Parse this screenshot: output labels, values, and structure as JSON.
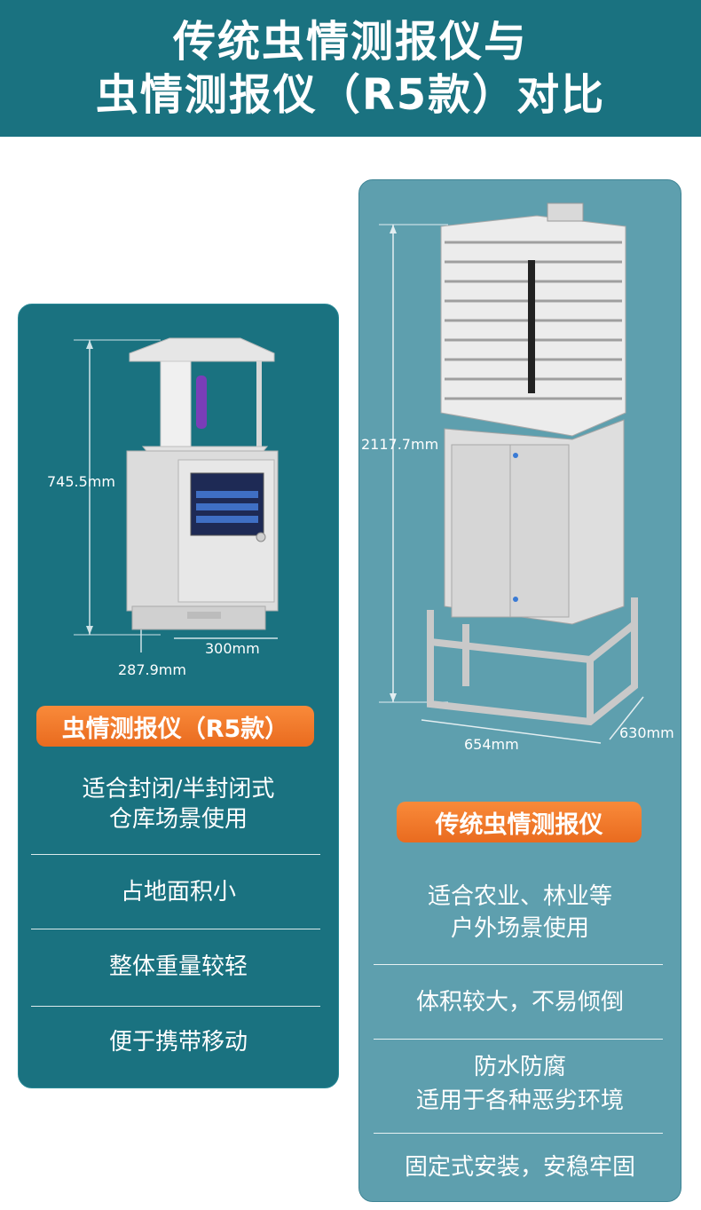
{
  "header": {
    "line1": "传统虫情测报仪与",
    "line2": "虫情测报仪（R5款）对比"
  },
  "left_card": {
    "height_dim": "745.5mm",
    "width_dim": "300mm",
    "depth_dim": "287.9mm",
    "badge": "虫情测报仪（R5款）",
    "features": [
      "适合封闭/半封闭式",
      "仓库场景使用",
      "占地面积小",
      "整体重量较轻",
      "便于携带移动"
    ]
  },
  "right_card": {
    "height_dim": "2117.7mm",
    "width_dim": "654mm",
    "depth_dim": "630mm",
    "badge": "传统虫情测报仪",
    "features": [
      "适合农业、林业等",
      "户外场景使用",
      "体积较大，不易倾倒",
      "防水防腐",
      "适用于各种恶劣环境",
      "固定式安装，安稳牢固"
    ]
  },
  "colors": {
    "header_bg": "#1a7280",
    "left_card_bg": "#1a7280",
    "right_card_bg": "#5e9fae",
    "badge_orange": "#f07a2a"
  }
}
